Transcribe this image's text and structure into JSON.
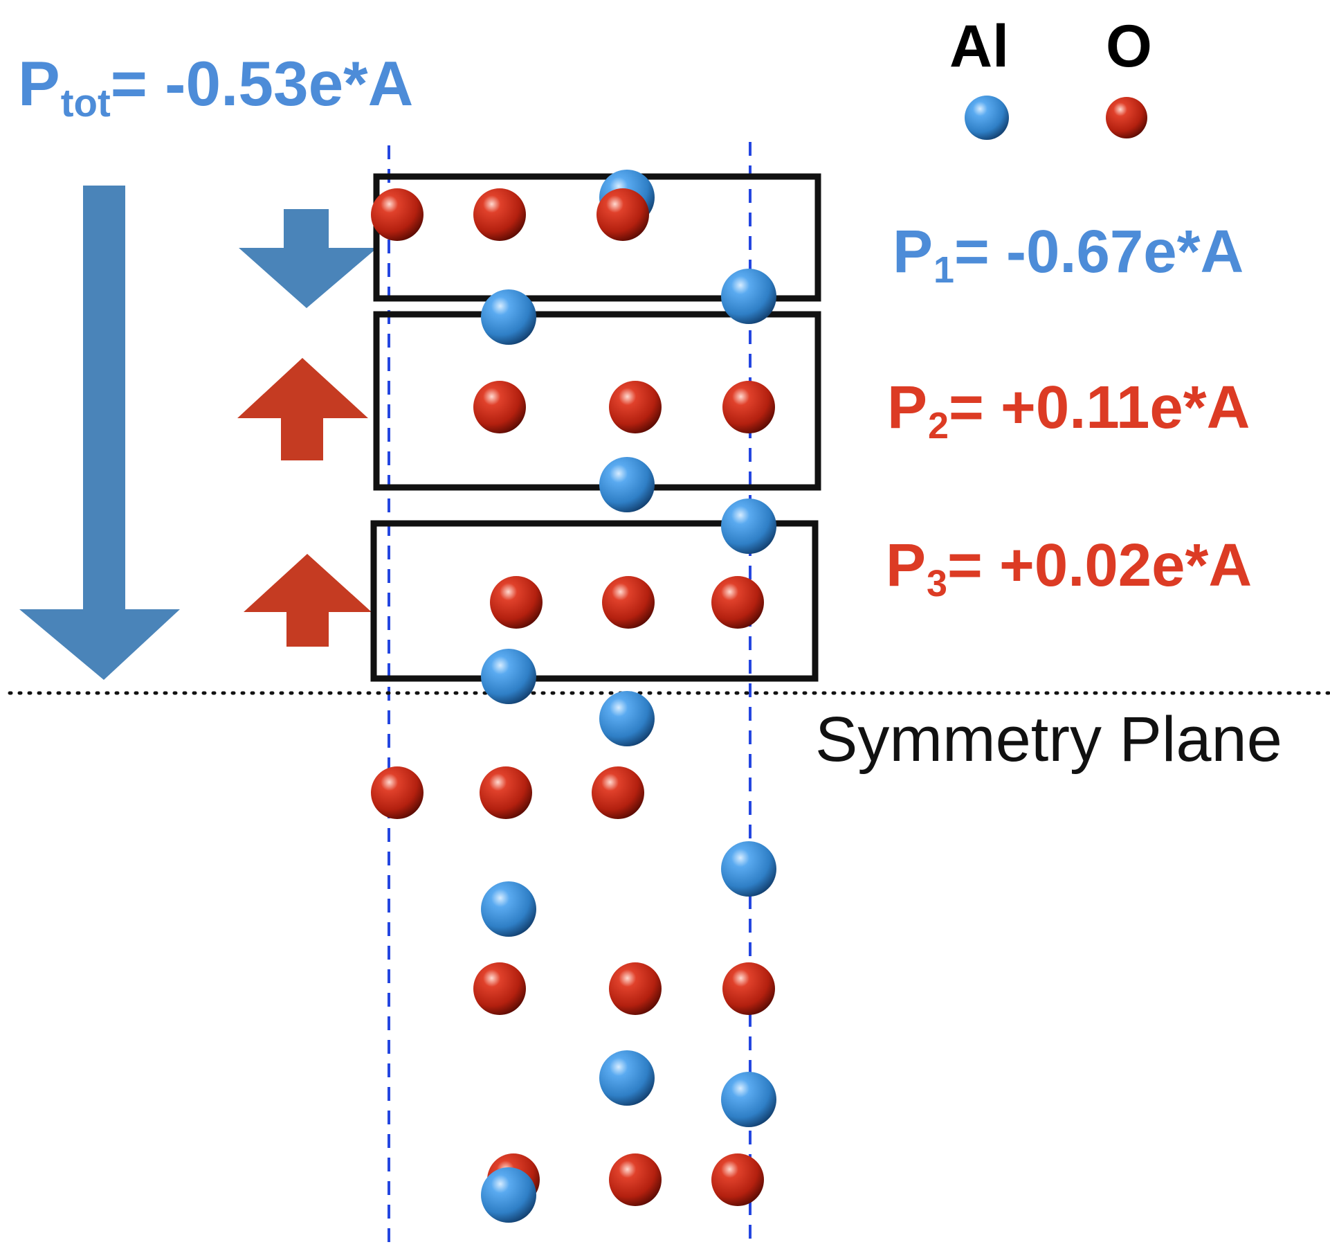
{
  "labels": {
    "total": {
      "main": "P",
      "sub": "tot",
      "rest": "= -0.53e*A"
    },
    "p1": {
      "main": "P",
      "sub": "1",
      "rest": "= -0.67e*A"
    },
    "p2": {
      "main": "P",
      "sub": "2",
      "rest": "= +0.11e*A"
    },
    "p3": {
      "main": "P",
      "sub": "3",
      "rest": "= +0.02e*A"
    }
  },
  "legend": {
    "al": "Al",
    "o": "O"
  },
  "symmetry_label": "Symmetry Plane",
  "colors": {
    "aluminum_atom": "#3a8fd6",
    "oxygen_atom": "#c8281a",
    "negative_polarization": "#4d8cd8",
    "positive_polarization": "#dc3b24",
    "blue_arrow": "#4a84b9",
    "red_arrow": "#c53b22",
    "layer_box": "#111111",
    "guide_line": "#2446e0"
  },
  "icons": {
    "total_arrow": "arrow-down-icon",
    "layer1_arrow": "arrow-down-icon",
    "layer2_arrow": "arrow-up-icon",
    "layer3_arrow": "arrow-up-icon"
  }
}
